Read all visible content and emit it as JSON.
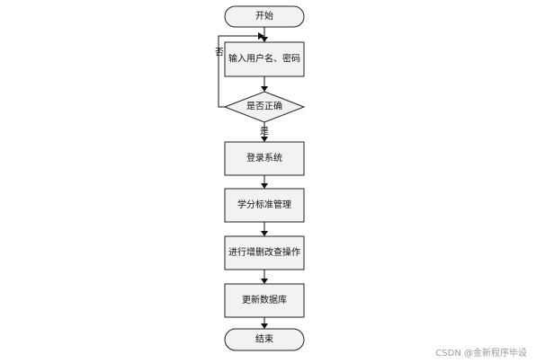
{
  "flowchart": {
    "nodes": {
      "start": "开始",
      "input": "输入用户名、密码",
      "decision": "是否正确",
      "login": "登录系统",
      "manage": "学分标准管理",
      "crud": "进行增删改查操作",
      "update": "更新数据库",
      "end": "结束"
    },
    "branches": {
      "no": "否",
      "yes": "是"
    }
  },
  "watermark": "CSDN @金新程序毕设"
}
